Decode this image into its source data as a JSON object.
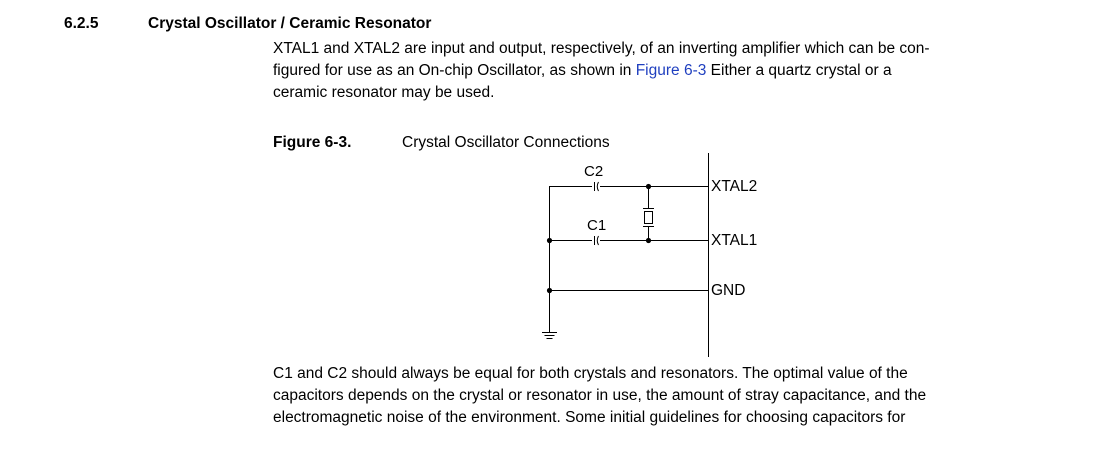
{
  "section": {
    "number": "6.2.5",
    "title": "Crystal Oscillator / Ceramic Resonator"
  },
  "para1": {
    "line1": "XTAL1 and XTAL2 are input and output, respectively, of an inverting amplifier which can be con-",
    "line2_pre": "figured for use as an On-chip Oscillator, as shown in ",
    "line2_link": "Figure 6-3",
    "line2_post": " Either a quartz crystal or a",
    "line3": "ceramic resonator may be used."
  },
  "figure": {
    "label": "Figure 6-3.",
    "title": "Crystal Oscillator Connections",
    "cap_c2": "C2",
    "cap_c1": "C1",
    "pin_xtal2": "XTAL2",
    "pin_xtal1": "XTAL1",
    "pin_gnd": "GND"
  },
  "para2": {
    "line1": "C1 and C2 should always be equal for both crystals and resonators. The optimal value of the",
    "line2": "capacitors depends on the crystal or resonator in use, the amount of stray capacitance, and the",
    "line3": "electromagnetic noise of the environment. Some initial guidelines for choosing capacitors for"
  },
  "colors": {
    "link": "#1f3fbf",
    "text": "#000000"
  }
}
